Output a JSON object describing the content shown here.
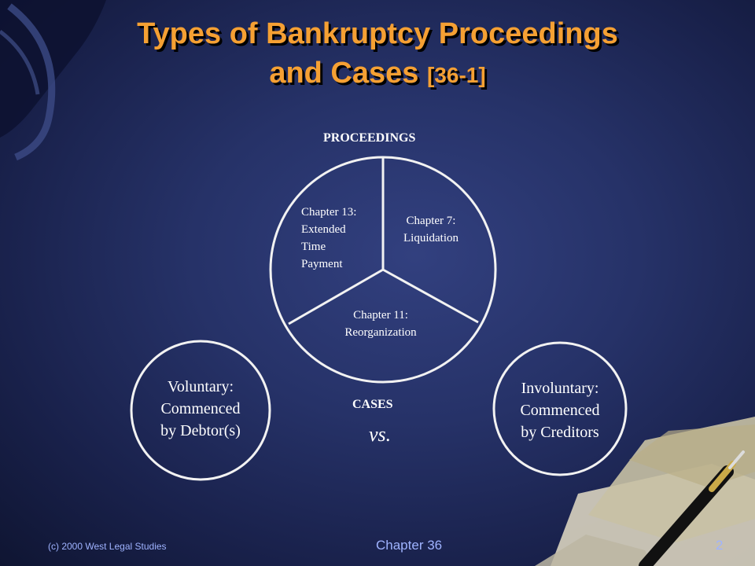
{
  "slide": {
    "title_line1": "Types of Bankruptcy Proceedings",
    "title_line2": "and Cases",
    "title_ref": "[36-1]"
  },
  "proceedings": {
    "label": "PROCEEDINGS",
    "chapter13": [
      "Chapter 13:",
      "Extended",
      "Time",
      "Payment"
    ],
    "chapter7": [
      "Chapter 7:",
      "Liquidation"
    ],
    "chapter11": [
      "Chapter 11:",
      "Reorganization"
    ]
  },
  "cases": {
    "label": "CASES",
    "vs": "vs.",
    "voluntary": [
      "Voluntary:",
      "Commenced",
      "by Debtor(s)"
    ],
    "involuntary": [
      "Involuntary:",
      "Commenced",
      "by Creditors"
    ]
  },
  "footer": {
    "copyright": "(c) 2000 West Legal Studies",
    "chapter": "Chapter 36",
    "page": "2"
  },
  "colors": {
    "title": "#f5a033",
    "text": "#ffffff",
    "footer": "#9fb3ff",
    "circle_stroke": "#f2f2f2"
  }
}
